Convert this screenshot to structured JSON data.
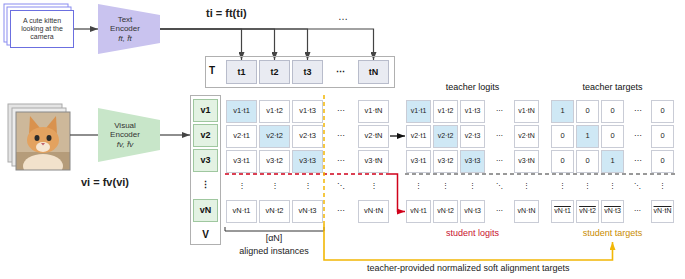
{
  "diagram": {
    "nodes": [
      {
        "text": [
          "A cute kitten looking at the camera"
        ]
      },
      {
        "text": [
          "Text Encoder",
          "ft, f̄t"
        ]
      },
      {
        "text": [
          "T"
        ]
      },
      {
        "text": [
          "t1"
        ],
        "in": 2
      },
      {
        "text": [
          "t2"
        ],
        "in": 2
      },
      {
        "text": [
          "t3"
        ],
        "in": 2
      },
      {
        "text": [
          "⋯"
        ],
        "in": 2
      },
      {
        "text": [
          "tN"
        ],
        "in": 2
      },
      {
        "text": [
          "Visual Encoder",
          "fv, f̄v"
        ]
      },
      {
        "text": [
          "V"
        ]
      },
      {
        "text": [
          "v1"
        ],
        "in": 9
      },
      {
        "text": [
          "v2"
        ],
        "in": 9
      },
      {
        "text": [
          "v3"
        ],
        "in": 9
      },
      {
        "text": [
          "⋮"
        ],
        "in": 9
      },
      {
        "text": [
          "vN"
        ],
        "in": 9
      },
      {
        "text": [
          "v1·t1",
          "v1·t2",
          "v1·t3",
          "⋯",
          "v1·tN",
          "v2·t1",
          "v2·t2",
          "v2·t3",
          "⋯",
          "v2·tN",
          "v3·t1",
          "v3·t2",
          "v3·t3",
          "⋯",
          "v3·tN",
          "⋮",
          "⋮",
          "⋮",
          "⋱",
          "⋮",
          "vN·t1",
          "vN·t2",
          "vN·t3",
          "⋯",
          "vN·tN"
        ]
      },
      {
        "text": [
          "teacher logits",
          "v1·t1",
          "v1·t2",
          "v1·t3",
          "⋯",
          "v1·tN",
          "v2·t1",
          "v2·t2",
          "v2·t3",
          "⋯",
          "v2·tN",
          "v3·t1",
          "v3·t2",
          "v3·t3",
          "⋯",
          "v3·tN"
        ]
      },
      {
        "text": [
          "teacher targets",
          "1",
          "0",
          "0",
          "⋯",
          "0",
          "0",
          "1",
          "0",
          "⋯",
          "0",
          "0",
          "0",
          "1",
          "⋯",
          "0"
        ]
      },
      {
        "text": [
          "student logits",
          "⋮",
          "⋮",
          "⋮",
          "⋱",
          "⋮",
          "vN·t1",
          "vN·t2",
          "vN·t3",
          "⋯",
          "vN·tN"
        ]
      },
      {
        "text": [
          "student targets",
          "⋮",
          "⋮",
          "⋮",
          "⋱",
          "⋮",
          "vN·t1",
          "vN·t2",
          "vN·t3",
          "⋯",
          "vN·tN"
        ]
      }
    ],
    "edges": [
      {
        "from": 0,
        "to": 1,
        "arrow": "to"
      },
      {
        "from": 1,
        "to": 3,
        "arrow": "to"
      },
      {
        "from": 1,
        "to": 4,
        "arrow": "to"
      },
      {
        "from": 1,
        "to": 5,
        "arrow": "to"
      },
      {
        "from": 1,
        "to": 7,
        "arrow": "to"
      },
      {
        "from": 8,
        "to": 9,
        "arrow": "to"
      },
      {
        "from": 15,
        "to": 16,
        "arrow": "to"
      },
      {
        "from": 15,
        "to": 18,
        "arrow": "to"
      },
      {
        "from": 15,
        "to": 19,
        "arrow": "to",
        "label": "teacher-provided normalized soft alignment targets"
      }
    ],
    "labels": [
      "ti = ft(ti)",
      "…",
      "vi = fv(vi)",
      "[αN]",
      "aligned instances"
    ]
  }
}
